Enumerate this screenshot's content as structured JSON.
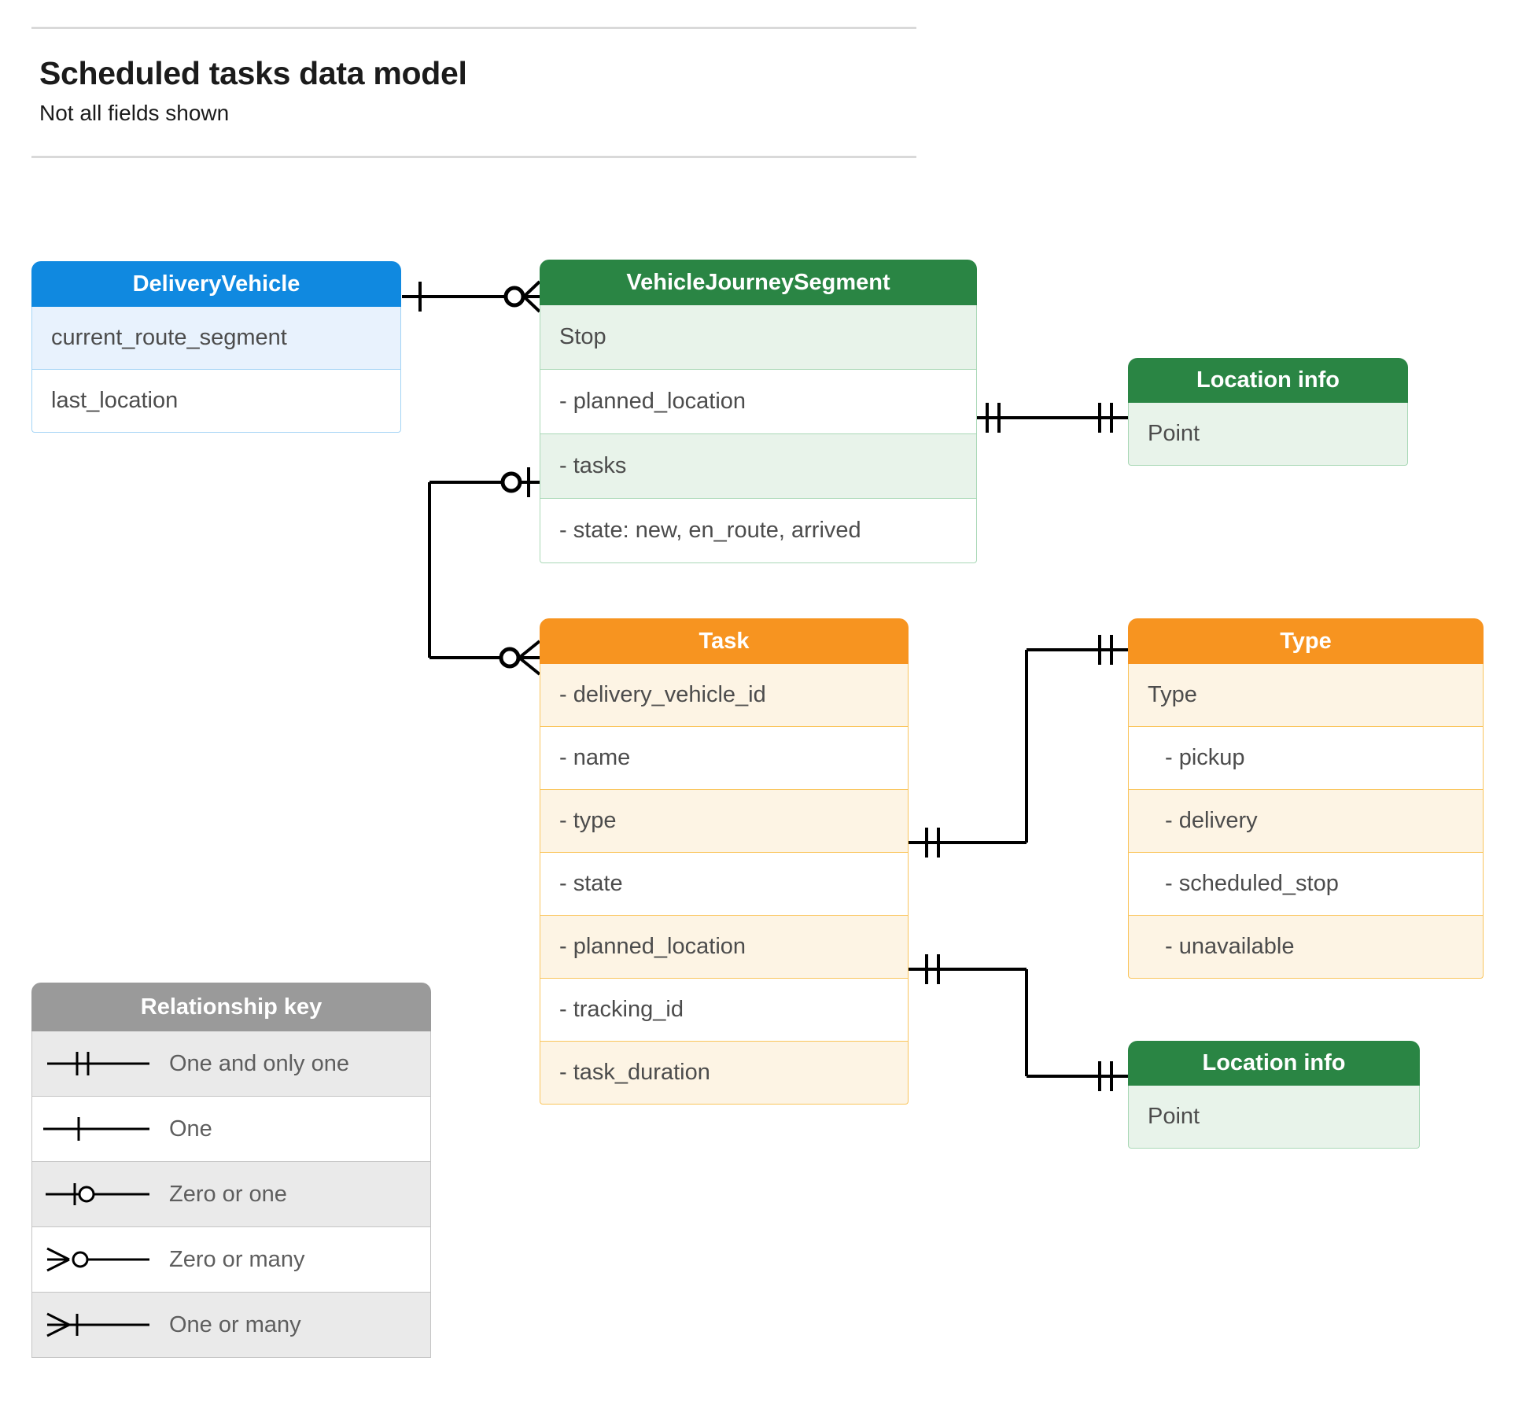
{
  "header": {
    "title": "Scheduled tasks data model",
    "subtitle": "Not all fields shown"
  },
  "colors": {
    "blue_header": "#1089e0",
    "blue_row_alt": "#e8f2fd",
    "blue_border": "#a4d4f5",
    "green_header": "#2a8544",
    "green_row_alt": "#e8f3ea",
    "green_border": "#a9d8b6",
    "orange_header": "#f79420",
    "orange_row_alt": "#fdf4e4",
    "orange_border": "#fac55c",
    "gray_header": "#9a9a9a",
    "gray_row_alt": "#eaeaea",
    "gray_border": "#c4c4c4",
    "connector": "#000000",
    "text": "#4c4c4c",
    "rule": "#d9d9d9"
  },
  "entities": {
    "delivery_vehicle": {
      "title": "DeliveryVehicle",
      "rows": [
        "current_route_segment",
        "last_location"
      ]
    },
    "vehicle_journey_segment": {
      "title": "VehicleJourneySegment",
      "rows": [
        "Stop",
        "-  planned_location",
        "- tasks",
        "- state: new, en_route, arrived"
      ]
    },
    "location_info_top": {
      "title": "Location info",
      "rows": [
        "Point"
      ]
    },
    "location_info_bottom": {
      "title": "Location info",
      "rows": [
        "Point"
      ]
    },
    "task": {
      "title": "Task",
      "rows": [
        "- delivery_vehicle_id",
        "- name",
        "- type",
        "- state",
        "- planned_location",
        "- tracking_id",
        "- task_duration"
      ]
    },
    "type": {
      "title": "Type",
      "rows": [
        "Type",
        "-   pickup",
        "-   delivery",
        "-   scheduled_stop",
        "-   unavailable"
      ]
    }
  },
  "legend": {
    "title": "Relationship key",
    "items": [
      {
        "label": "One and only one",
        "symbol": "one-and-only-one-symbol"
      },
      {
        "label": "One",
        "symbol": "one-symbol"
      },
      {
        "label": "Zero or one",
        "symbol": "zero-or-one-symbol"
      },
      {
        "label": "Zero or many",
        "symbol": "zero-or-many-symbol"
      },
      {
        "label": "One or many",
        "symbol": "one-or-many-symbol"
      }
    ]
  },
  "relationships": [
    {
      "name": "deliveryvehicle-to-vehiclejourneysegment",
      "from": "DeliveryVehicle",
      "from_cardinality": "One",
      "to": "VehicleJourneySegment",
      "to_cardinality": "Zero or many"
    },
    {
      "name": "vehiclejourneysegment-plannedlocation-to-locationinfo",
      "from": "VehicleJourneySegment.planned_location",
      "from_cardinality": "One and only one",
      "to": "Location info",
      "to_cardinality": "One and only one"
    },
    {
      "name": "vehiclejourneysegment-tasks-to-task",
      "from": "VehicleJourneySegment.tasks",
      "from_cardinality": "Zero or one",
      "to": "Task",
      "to_cardinality": "Zero or many"
    },
    {
      "name": "task-type-to-type",
      "from": "Task.type",
      "from_cardinality": "One and only one",
      "to": "Type",
      "to_cardinality": "One and only one"
    },
    {
      "name": "task-plannedlocation-to-locationinfo",
      "from": "Task.planned_location",
      "from_cardinality": "One and only one",
      "to": "Location info",
      "to_cardinality": "One and only one"
    }
  ]
}
